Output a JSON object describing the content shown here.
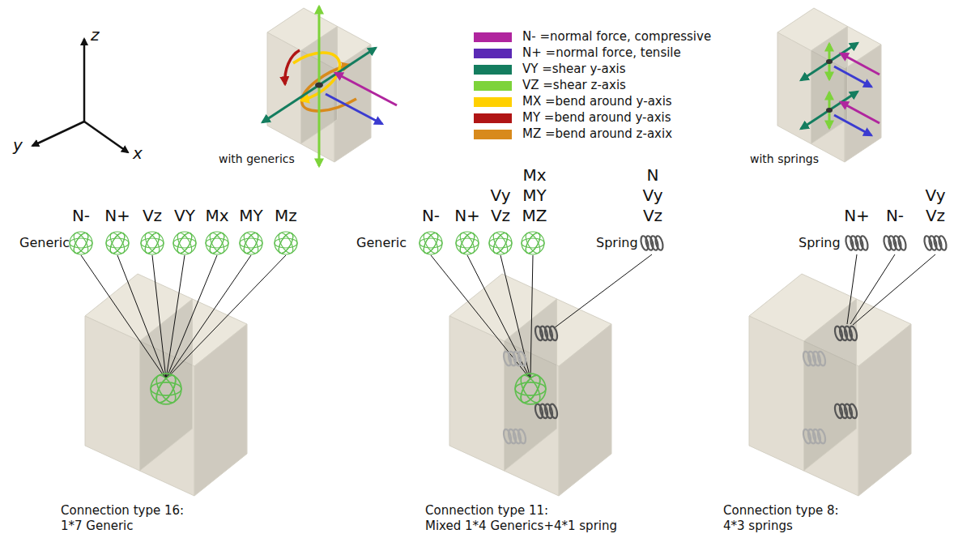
{
  "diagram": {
    "labels": [
      "z",
      "y",
      "x",
      "with generics",
      "with springs",
      "N-",
      "N+",
      "Vz",
      "VY",
      "Mx",
      "MY",
      "Mz",
      "Generic",
      "N-",
      "N+",
      "Vy",
      "Vz",
      "Mx",
      "MY",
      "MZ",
      "Generic",
      "N",
      "Vy",
      "Vz",
      "Spring",
      "N+",
      "N-",
      "Vy",
      "Vz",
      "Spring",
      "Connection type 16:",
      "1*7 Generic",
      "Connection type 11:",
      "Mixed 1*4 Generics+4*1 spring",
      "Connection type 8:",
      "4*3 springs"
    ],
    "legend": [
      {
        "text": "N- =normal force, compressive",
        "color": "#b0259e"
      },
      {
        "text": "N+ =normal force, tensile",
        "color": "#5b2ab5"
      },
      {
        "text": "VY =shear y-axis",
        "color": "#147d5f"
      },
      {
        "text": "VZ =shear z-axis",
        "color": "#7dd33a"
      },
      {
        "text": "MX =bend around y-axis",
        "color": "#ffd000"
      },
      {
        "text": "MY =bend around y-axis",
        "color": "#b01515"
      },
      {
        "text": "MZ =bend around z-axix",
        "color": "#d88a1c"
      }
    ]
  }
}
